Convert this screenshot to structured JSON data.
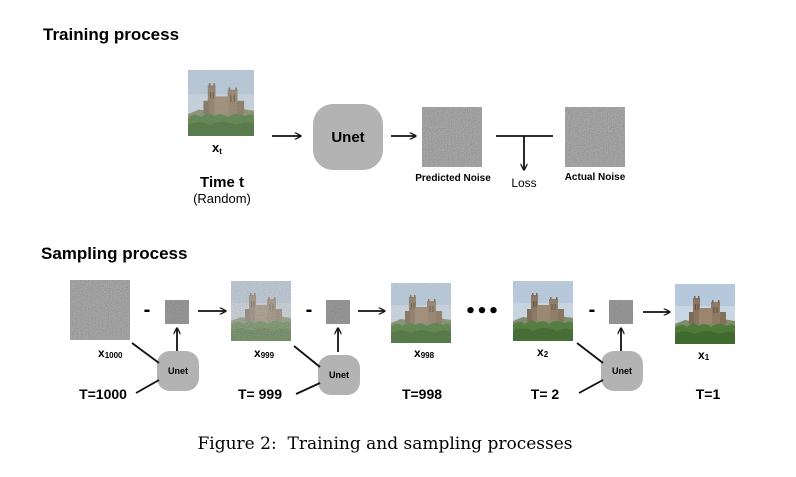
{
  "training": {
    "heading": "Training process",
    "x_label": "x",
    "x_sub": "t",
    "time_label": "Time t",
    "random_label": "(Random)",
    "unet_label": "Unet",
    "predicted_noise_label": "Predicted Noise",
    "loss_label": "Loss",
    "actual_noise_label": "Actual Noise"
  },
  "sampling": {
    "heading": "Sampling process",
    "unet_label": "Unet",
    "minus": "-",
    "ellipsis": "•••",
    "steps": [
      {
        "x": "x",
        "sub": "1000",
        "t": "T=1000"
      },
      {
        "x": "x",
        "sub": "999",
        "t": "T= 999"
      },
      {
        "x": "x",
        "sub": "998",
        "t": "T=998"
      },
      {
        "x": "x",
        "sub": "2",
        "t": "T= 2"
      },
      {
        "x": "x",
        "sub": "1",
        "t": "T=1"
      }
    ]
  },
  "caption": "Figure 2:  Training and sampling processes",
  "colors": {
    "unet_fill": "#b3b3b3",
    "noise_gray": "#7d7d7d",
    "stroke": "#111111"
  }
}
